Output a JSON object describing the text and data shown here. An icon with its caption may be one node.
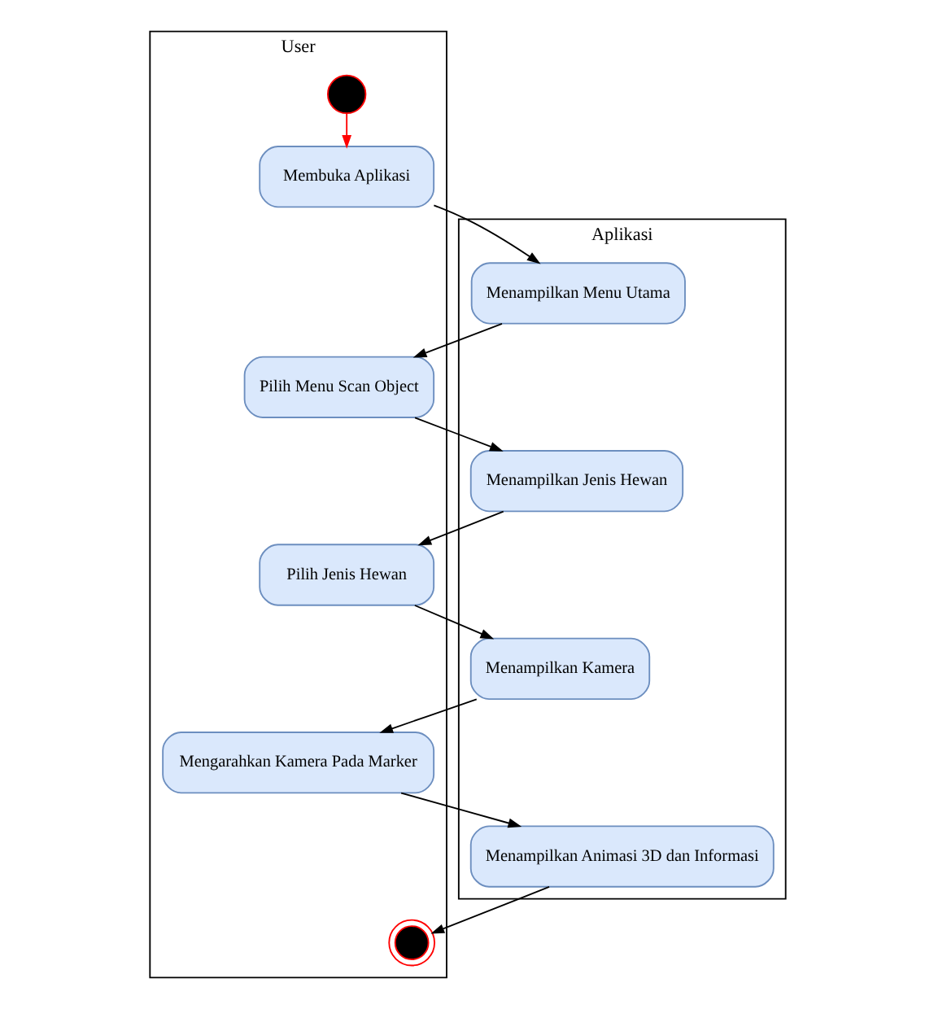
{
  "diagram": {
    "nodes": [
      {
        "text": [
          "User"
        ]
      },
      {
        "text": [
          "Aplikasi"
        ]
      },
      {
        "text": [],
        "shape": "circle",
        "in": 0
      },
      {
        "text": [
          "Membuka Aplikasi"
        ],
        "in": 0
      },
      {
        "text": [
          "Menampilkan Menu Utama"
        ],
        "in": 1
      },
      {
        "text": [
          "Pilih Menu Scan Object"
        ],
        "in": 0
      },
      {
        "text": [
          "Menampilkan Jenis Hewan"
        ],
        "in": 1
      },
      {
        "text": [
          "Pilih Jenis Hewan"
        ],
        "in": 0
      },
      {
        "text": [
          "Menampilkan Kamera"
        ],
        "in": 1
      },
      {
        "text": [
          "Mengarahkan Kamera Pada Marker"
        ],
        "in": 0
      },
      {
        "text": [
          "Menampilkan Animasi 3D dan Informasi"
        ],
        "in": 1
      },
      {
        "text": [],
        "shape": "circle",
        "in": 0
      }
    ],
    "edges": [
      {
        "from": 2,
        "to": 3,
        "arrow": "to",
        "color": "#ff0000"
      },
      {
        "from": 3,
        "to": 4,
        "arrow": "to"
      },
      {
        "from": 4,
        "to": 5,
        "arrow": "to"
      },
      {
        "from": 5,
        "to": 6,
        "arrow": "to"
      },
      {
        "from": 6,
        "to": 7,
        "arrow": "to"
      },
      {
        "from": 7,
        "to": 8,
        "arrow": "to"
      },
      {
        "from": 8,
        "to": 9,
        "arrow": "to"
      },
      {
        "from": 9,
        "to": 10,
        "arrow": "to"
      },
      {
        "from": 10,
        "to": 11,
        "arrow": "to"
      }
    ]
  }
}
